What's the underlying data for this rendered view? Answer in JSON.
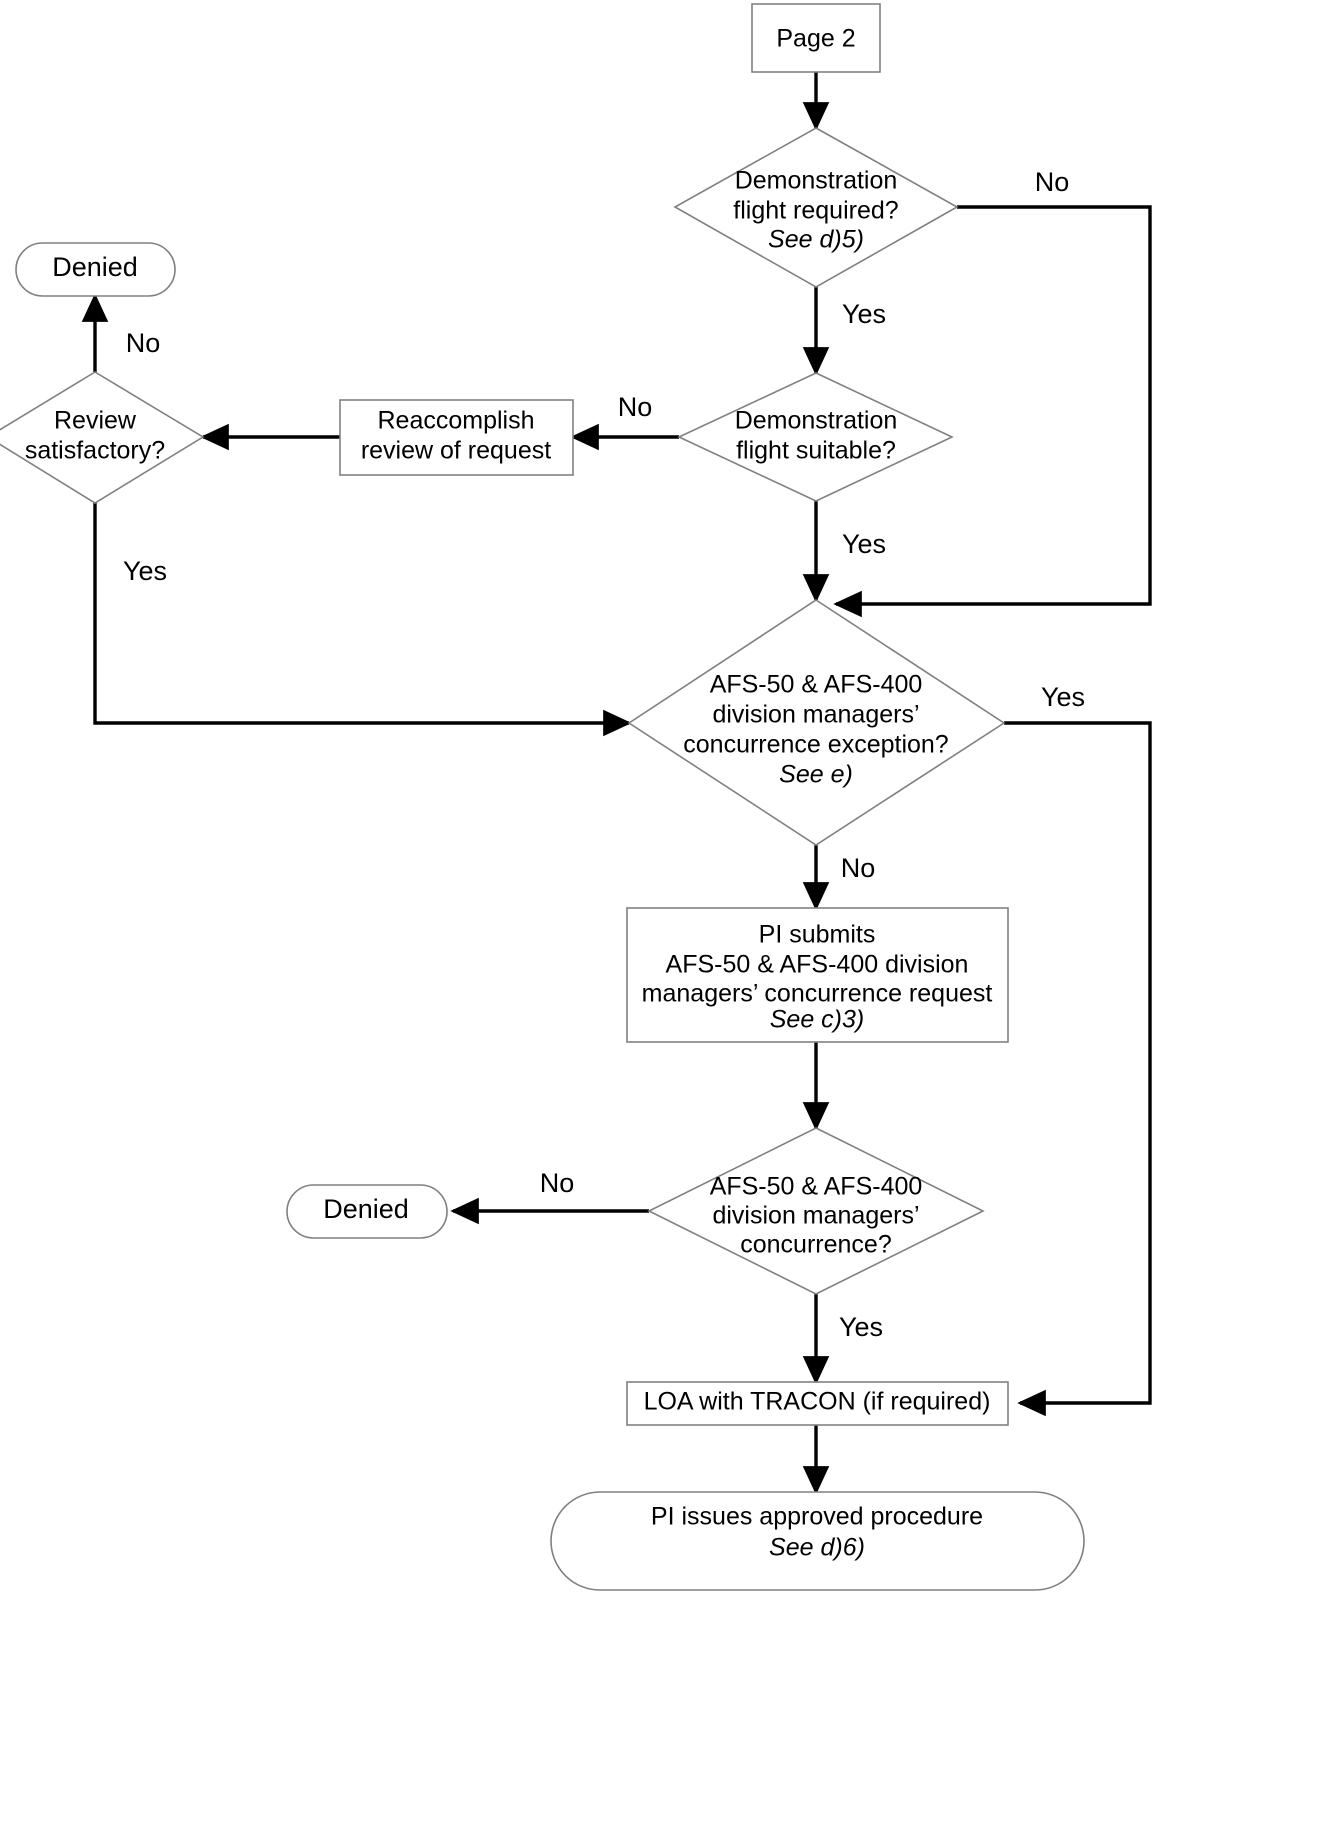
{
  "diagram": {
    "type": "flowchart",
    "title": "Page 2",
    "orientation": "top-to-bottom",
    "background_color": "#ffffff",
    "line_color": "#000000",
    "shape_stroke_color": "#808080"
  },
  "nodes": {
    "page_ref": {
      "shape": "process",
      "label": "Page 2"
    },
    "demo_required": {
      "shape": "decision",
      "line1": "Demonstration",
      "line2": "flight required?",
      "line3": "See d)5)"
    },
    "demo_suitable": {
      "shape": "decision",
      "line1": "Demonstration",
      "line2": "flight suitable?"
    },
    "reaccomplish": {
      "shape": "process",
      "line1": "Reaccomplish",
      "line2": "review of request"
    },
    "review_satisfactory": {
      "shape": "decision",
      "line1": "Review",
      "line2": "satisfactory?"
    },
    "denied_top": {
      "shape": "terminator",
      "label": "Denied"
    },
    "concurrence_exception": {
      "shape": "decision",
      "line1": "AFS-50 & AFS-400",
      "line2": "division managers’",
      "line3": "concurrence exception?",
      "line4": "See e)"
    },
    "pi_submits": {
      "shape": "process",
      "line1": "PI submits",
      "line2": "AFS-50 & AFS-400 division",
      "line3": "managers’ concurrence request",
      "line4": "See c)3)"
    },
    "concurrence": {
      "shape": "decision",
      "line1": "AFS-50 & AFS-400",
      "line2": "division managers’",
      "line3": "concurrence?"
    },
    "denied_bottom": {
      "shape": "terminator",
      "label": "Denied"
    },
    "loa_tracon": {
      "shape": "process",
      "label": "LOA with TRACON (if required)"
    },
    "pi_issues": {
      "shape": "terminator",
      "line1": "PI issues approved procedure",
      "line2": "See d)6)"
    }
  },
  "edge_labels": {
    "demo_required_no": "No",
    "demo_required_yes": "Yes",
    "demo_suitable_no": "No",
    "demo_suitable_yes": "Yes",
    "review_satisfactory_no": "No",
    "review_satisfactory_yes": "Yes",
    "exception_yes": "Yes",
    "exception_no": "No",
    "concurrence_no": "No",
    "concurrence_yes": "Yes"
  }
}
